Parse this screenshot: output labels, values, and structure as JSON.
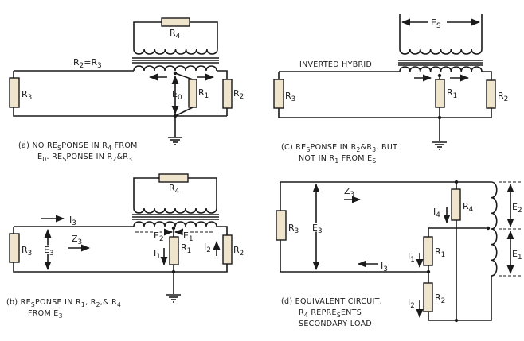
{
  "panel_a": {
    "labels": {
      "r4": "R4",
      "r2_eq_r3": "R2=R3",
      "r3": "R3",
      "e0": "E0",
      "r1": "R1",
      "r2": "R2"
    },
    "caption": [
      "(a) NO RESPONSE IN R4 FROM",
      "E0. RESPONSE IN R2&R3"
    ]
  },
  "panel_b": {
    "labels": {
      "r4": "R4",
      "i3": "I3",
      "r3": "R3",
      "e3": "E3",
      "z3": "Z3",
      "e2": "E2",
      "e1": "E1",
      "i1": "I1",
      "r1": "R1",
      "i2": "I2",
      "r2": "R2"
    },
    "caption": [
      "(b) RESPONSE IN R1, R2,& R4",
      "FROM E3"
    ]
  },
  "panel_c": {
    "labels": {
      "es": "ES",
      "title": "INVERTED HYBRID",
      "r3": "R3",
      "r1": "R1",
      "r2": "R2"
    },
    "caption": [
      "(C) RESPONSE IN R2&R3, BUT",
      "NOT IN R1 FROM ES"
    ]
  },
  "panel_d": {
    "labels": {
      "z3": "Z3",
      "r3": "R3",
      "e3": "E3",
      "i4": "I4",
      "r4": "R4",
      "e2": "E2",
      "e1": "E1",
      "i1": "I1",
      "r1": "R1",
      "i3": "I3",
      "i2": "I2",
      "r2": "R2"
    },
    "caption": [
      "(d) EQUIVALENT CIRCUIT,",
      "R4 REPRESENTS",
      "SECONDARY LOAD"
    ]
  }
}
